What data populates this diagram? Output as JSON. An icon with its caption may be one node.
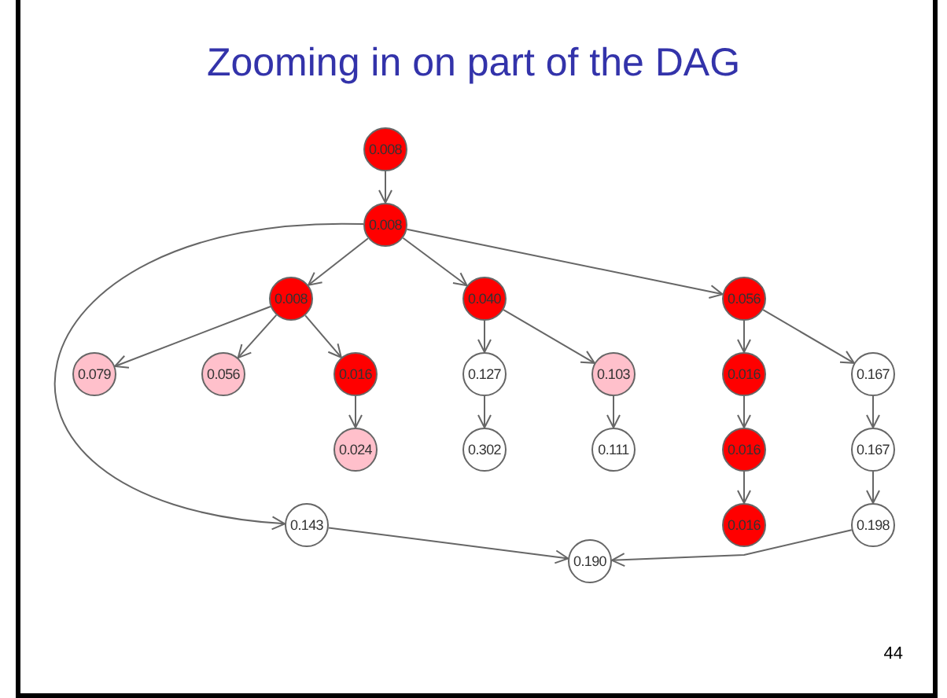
{
  "diagram": {
    "title": "Zooming in on part of the DAG",
    "nodes": [
      {
        "text": [
          "0.008"
        ]
      },
      {
        "text": [
          "0.008"
        ]
      },
      {
        "text": [
          "0.008"
        ]
      },
      {
        "text": [
          "0.040"
        ]
      },
      {
        "text": [
          "0.056"
        ]
      },
      {
        "text": [
          "0.079"
        ]
      },
      {
        "text": [
          "0.056"
        ]
      },
      {
        "text": [
          "0.016"
        ]
      },
      {
        "text": [
          "0.127"
        ]
      },
      {
        "text": [
          "0.103"
        ]
      },
      {
        "text": [
          "0.016"
        ]
      },
      {
        "text": [
          "0.167"
        ]
      },
      {
        "text": [
          "0.024"
        ]
      },
      {
        "text": [
          "0.302"
        ]
      },
      {
        "text": [
          "0.111"
        ]
      },
      {
        "text": [
          "0.016"
        ]
      },
      {
        "text": [
          "0.167"
        ]
      },
      {
        "text": [
          "0.143"
        ]
      },
      {
        "text": [
          "0.016"
        ]
      },
      {
        "text": [
          "0.198"
        ]
      },
      {
        "text": [
          "0.190"
        ]
      }
    ],
    "edges": [
      {
        "from": 0,
        "to": 1,
        "arrow": "to"
      },
      {
        "from": 1,
        "to": 2,
        "arrow": "to"
      },
      {
        "from": 1,
        "to": 3,
        "arrow": "to"
      },
      {
        "from": 1,
        "to": 4,
        "arrow": "to"
      },
      {
        "from": 1,
        "to": 17,
        "arrow": "to"
      },
      {
        "from": 2,
        "to": 5,
        "arrow": "to"
      },
      {
        "from": 2,
        "to": 6,
        "arrow": "to"
      },
      {
        "from": 2,
        "to": 7,
        "arrow": "to"
      },
      {
        "from": 3,
        "to": 8,
        "arrow": "to"
      },
      {
        "from": 3,
        "to": 9,
        "arrow": "to"
      },
      {
        "from": 4,
        "to": 10,
        "arrow": "to"
      },
      {
        "from": 4,
        "to": 11,
        "arrow": "to"
      },
      {
        "from": 7,
        "to": 12,
        "arrow": "to"
      },
      {
        "from": 8,
        "to": 13,
        "arrow": "to"
      },
      {
        "from": 9,
        "to": 14,
        "arrow": "to"
      },
      {
        "from": 10,
        "to": 15,
        "arrow": "to"
      },
      {
        "from": 11,
        "to": 16,
        "arrow": "to"
      },
      {
        "from": 15,
        "to": 18,
        "arrow": "to"
      },
      {
        "from": 16,
        "to": 19,
        "arrow": "to"
      },
      {
        "from": 17,
        "to": 20,
        "arrow": "to"
      },
      {
        "from": 19,
        "to": 20,
        "arrow": "to"
      }
    ],
    "labels": [
      "44"
    ]
  }
}
